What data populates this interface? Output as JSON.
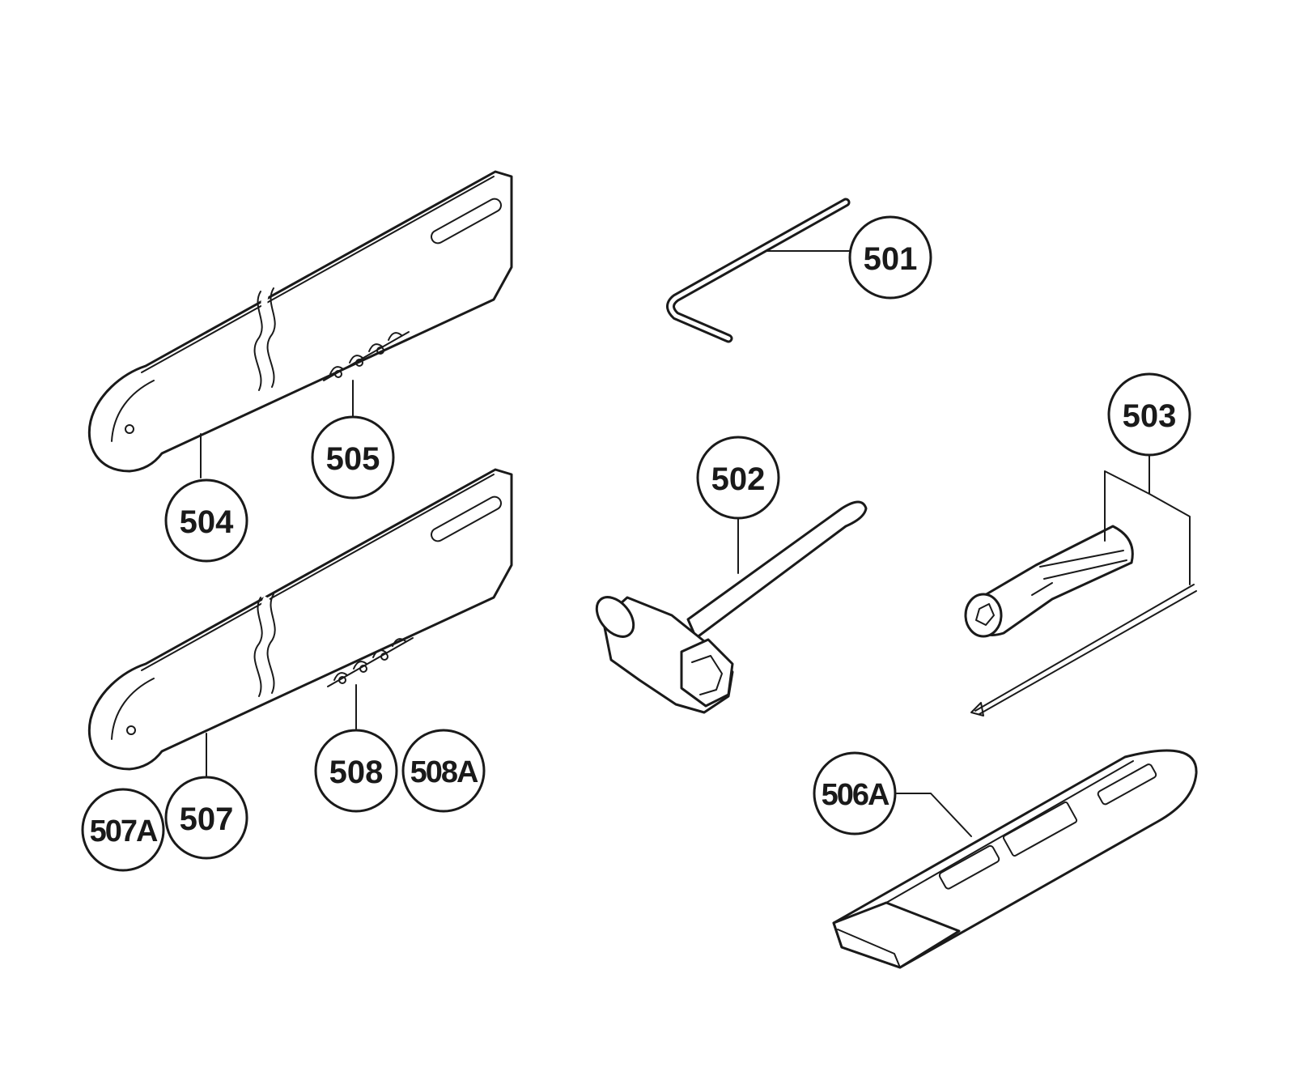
{
  "callouts": {
    "c501": "501",
    "c502": "502",
    "c503": "503",
    "c504": "504",
    "c505": "505",
    "c506A": "506A",
    "c507": "507",
    "c507A": "507A",
    "c508": "508",
    "c508A": "508A"
  },
  "colors": {
    "ink": "#1a1a1a",
    "background": "#ffffff"
  }
}
